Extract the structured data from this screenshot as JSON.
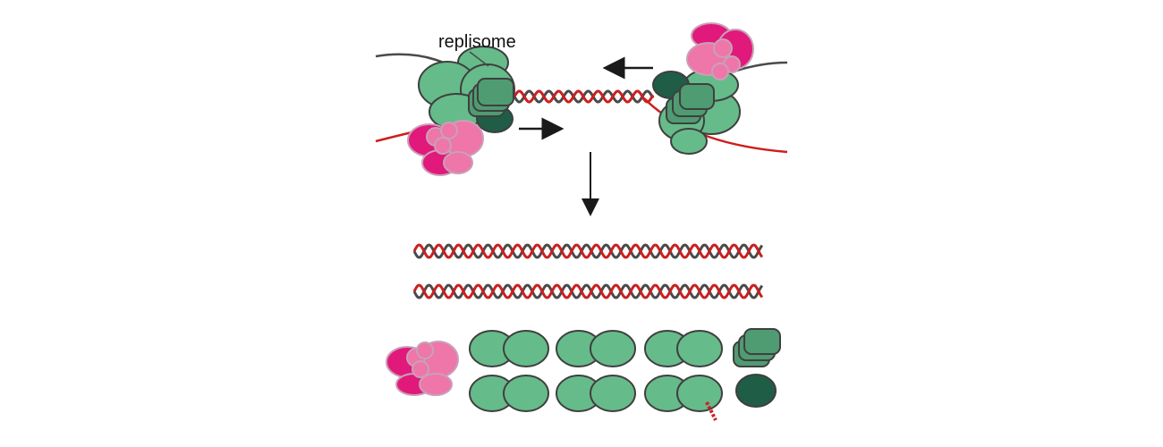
{
  "diagram": {
    "label": "replisome",
    "colors": {
      "dna_strand_dark": "#4a4a4a",
      "dna_strand_red": "#cc1f1f",
      "protein_green": "#66bb8a",
      "protein_green_mid": "#4f9b72",
      "protein_green_dark": "#1f5d47",
      "protein_pink": "#e0197b",
      "protein_pink_light": "#ee76a9",
      "arrow": "#1a1a1a"
    },
    "components": [
      "replisome-left",
      "replisome-right",
      "merging-dna-helix",
      "result-dna-helix-1",
      "result-dna-helix-2",
      "released-pink-complex",
      "released-green-dimer",
      "released-clamp",
      "released-dark-green-protein"
    ],
    "arrows": [
      "right",
      "left",
      "down"
    ]
  }
}
